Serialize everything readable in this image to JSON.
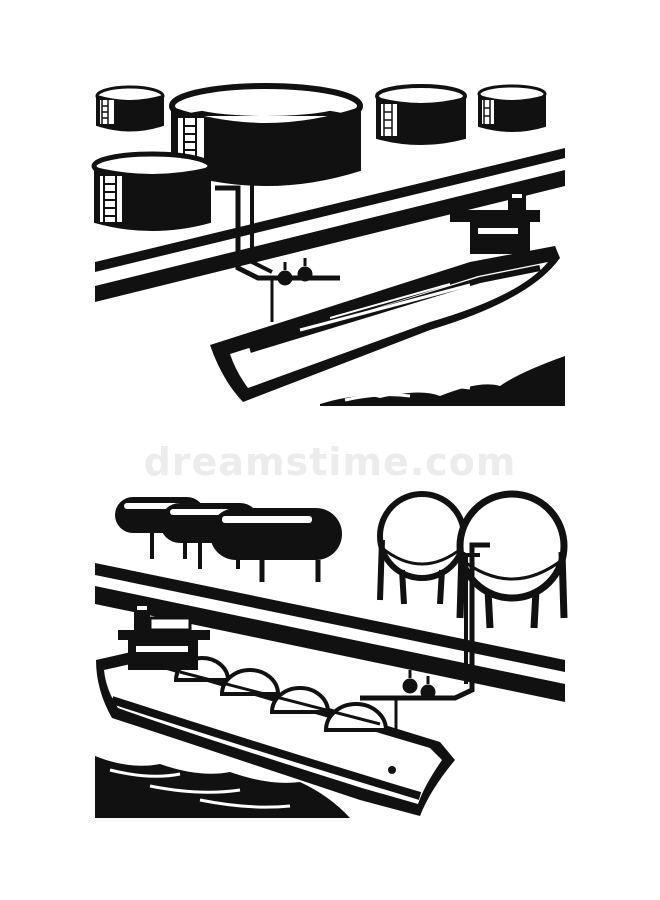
{
  "illustration": {
    "top_scene": "oil-terminal-with-tanker",
    "bottom_scene": "lng-terminal-with-gas-carrier",
    "ink_color": "#111111",
    "paper_color": "#ffffff"
  },
  "watermark": {
    "text": "dreamstime.com",
    "color": "#ececec"
  }
}
